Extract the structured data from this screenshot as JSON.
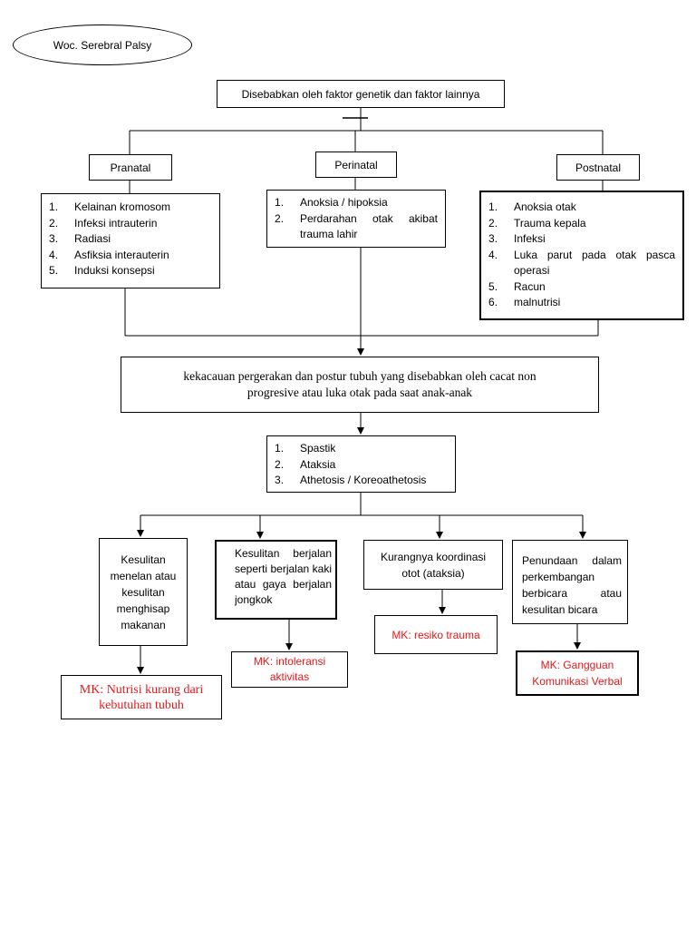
{
  "title": "Woc. Serebral Palsy",
  "cause": "Disebabkan oleh faktor genetik dan faktor lainnya",
  "stages": {
    "pranatal": {
      "label": "Pranatal",
      "items": [
        "Kelainan kromosom",
        "Infeksi intrauterin",
        "Radiasi",
        "Asfiksia interauterin",
        "Induksi konsepsi"
      ]
    },
    "perinatal": {
      "label": "Perinatal",
      "items": [
        "Anoksia / hipoksia",
        "Perdarahan otak akibat trauma lahir"
      ]
    },
    "postnatal": {
      "label": "Postnatal",
      "items": [
        "Anoksia otak",
        "Trauma kepala",
        "Infeksi",
        "Luka parut pada otak pasca operasi",
        "Racun",
        "malnutrisi"
      ]
    }
  },
  "definition": "kekacauan pergerakan dan postur tubuh yang disebabkan oleh cacat non progresive atau luka otak pada saat anak-anak",
  "types": [
    "Spastik",
    "Ataksia",
    "Athetosis / Koreoathetosis"
  ],
  "problems": [
    {
      "text": "Kesulitan menelan atau kesulitan menghisap makanan",
      "diagnosis": "MK:  Nutrisi kurang dari kebutuhan tubuh"
    },
    {
      "text": "Kesulitan berjalan seperti berjalan kaki atau gaya berjalan jongkok",
      "diagnosis": "MK:  intoleransi aktivitas"
    },
    {
      "text": "Kurangnya koordinasi otot (ataksia)",
      "diagnosis": "MK:  resiko trauma"
    },
    {
      "text": "Penundaan dalam perkembangan berbicara atau kesulitan bicara",
      "diagnosis": "MK:  Gangguan Komunikasi Verbal"
    }
  ],
  "colors": {
    "diagnosis_text": "#e3191b",
    "line": "#000000"
  }
}
